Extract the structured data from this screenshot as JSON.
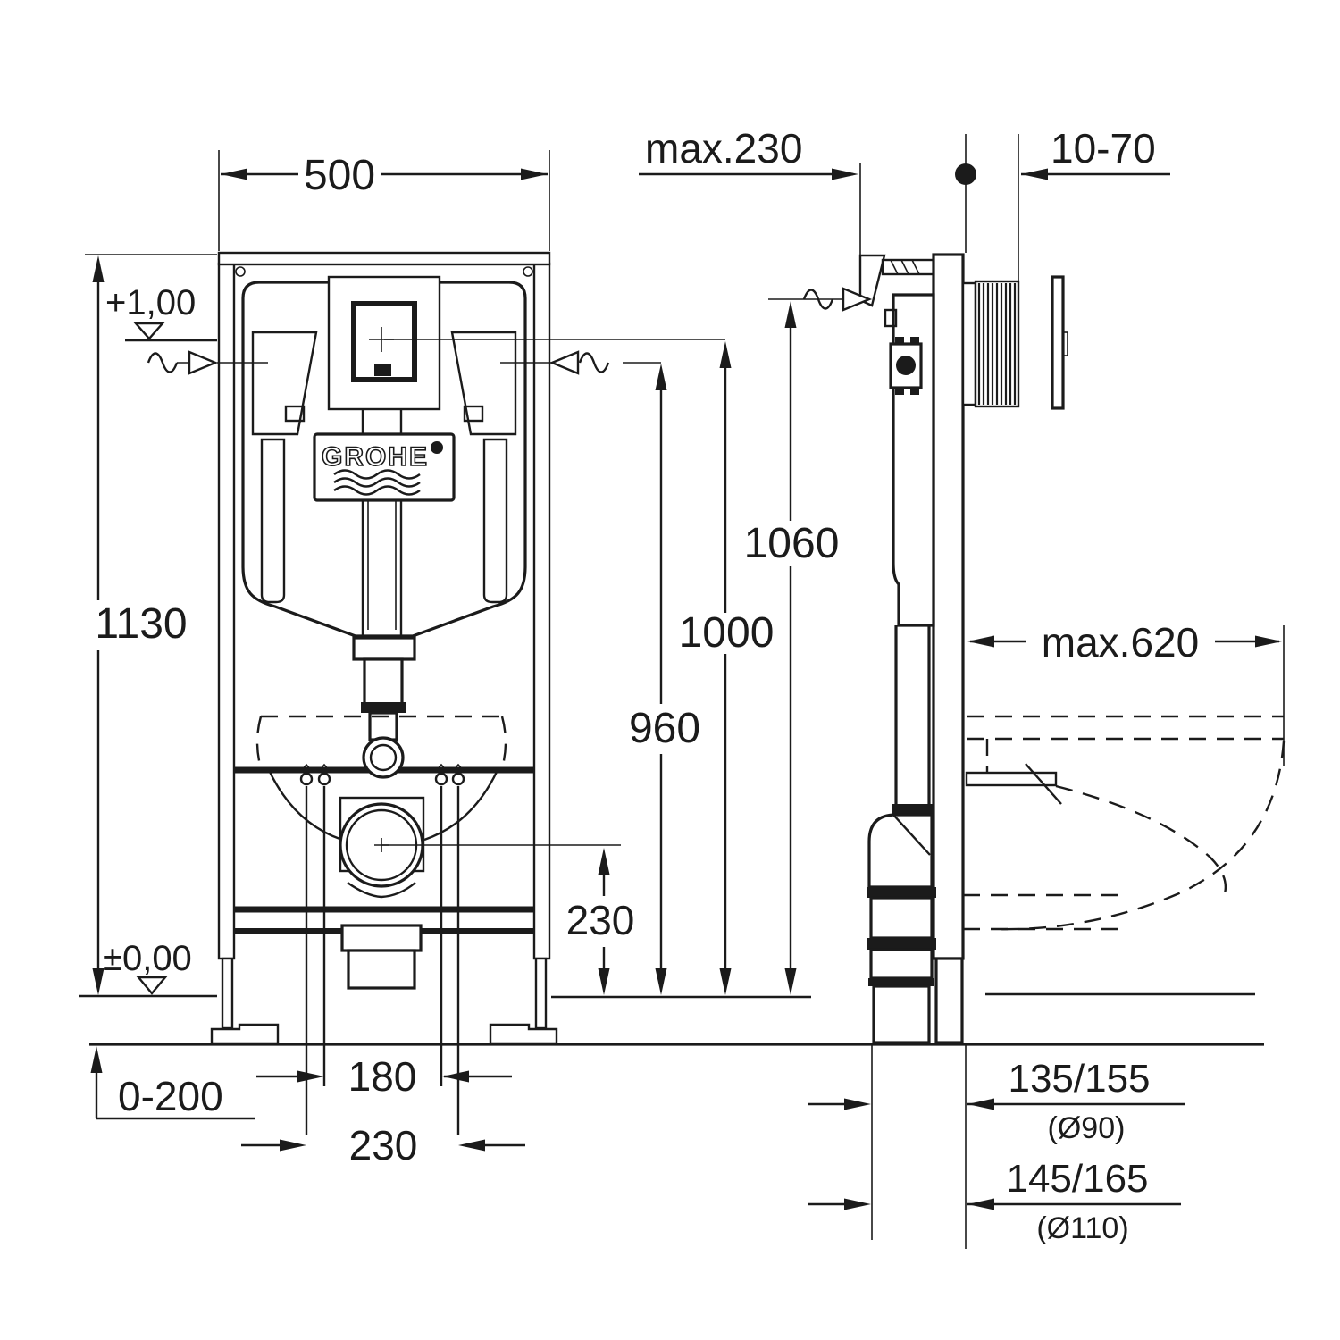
{
  "drawing": {
    "brand": "GROHE",
    "front_view": {
      "frame_width": "500",
      "frame_height": "1130",
      "level_top": "+1,00",
      "level_zero": "±0,00",
      "floor_buildup_range": "0-200",
      "bolt_spacing": "180",
      "drain_offset": "230",
      "drain_center_height": "230",
      "height_flush_center": "1000",
      "height_supply": "960",
      "height_frame_top": "1060"
    },
    "side_view": {
      "wall_distance": "max.230",
      "actuation_depth_range": "10-70",
      "bowl_depth": "max.620",
      "drain_dim_1": "135/155",
      "drain_dia_1": "(Ø90)",
      "drain_dim_2": "145/165",
      "drain_dia_2": "(Ø110)"
    }
  }
}
